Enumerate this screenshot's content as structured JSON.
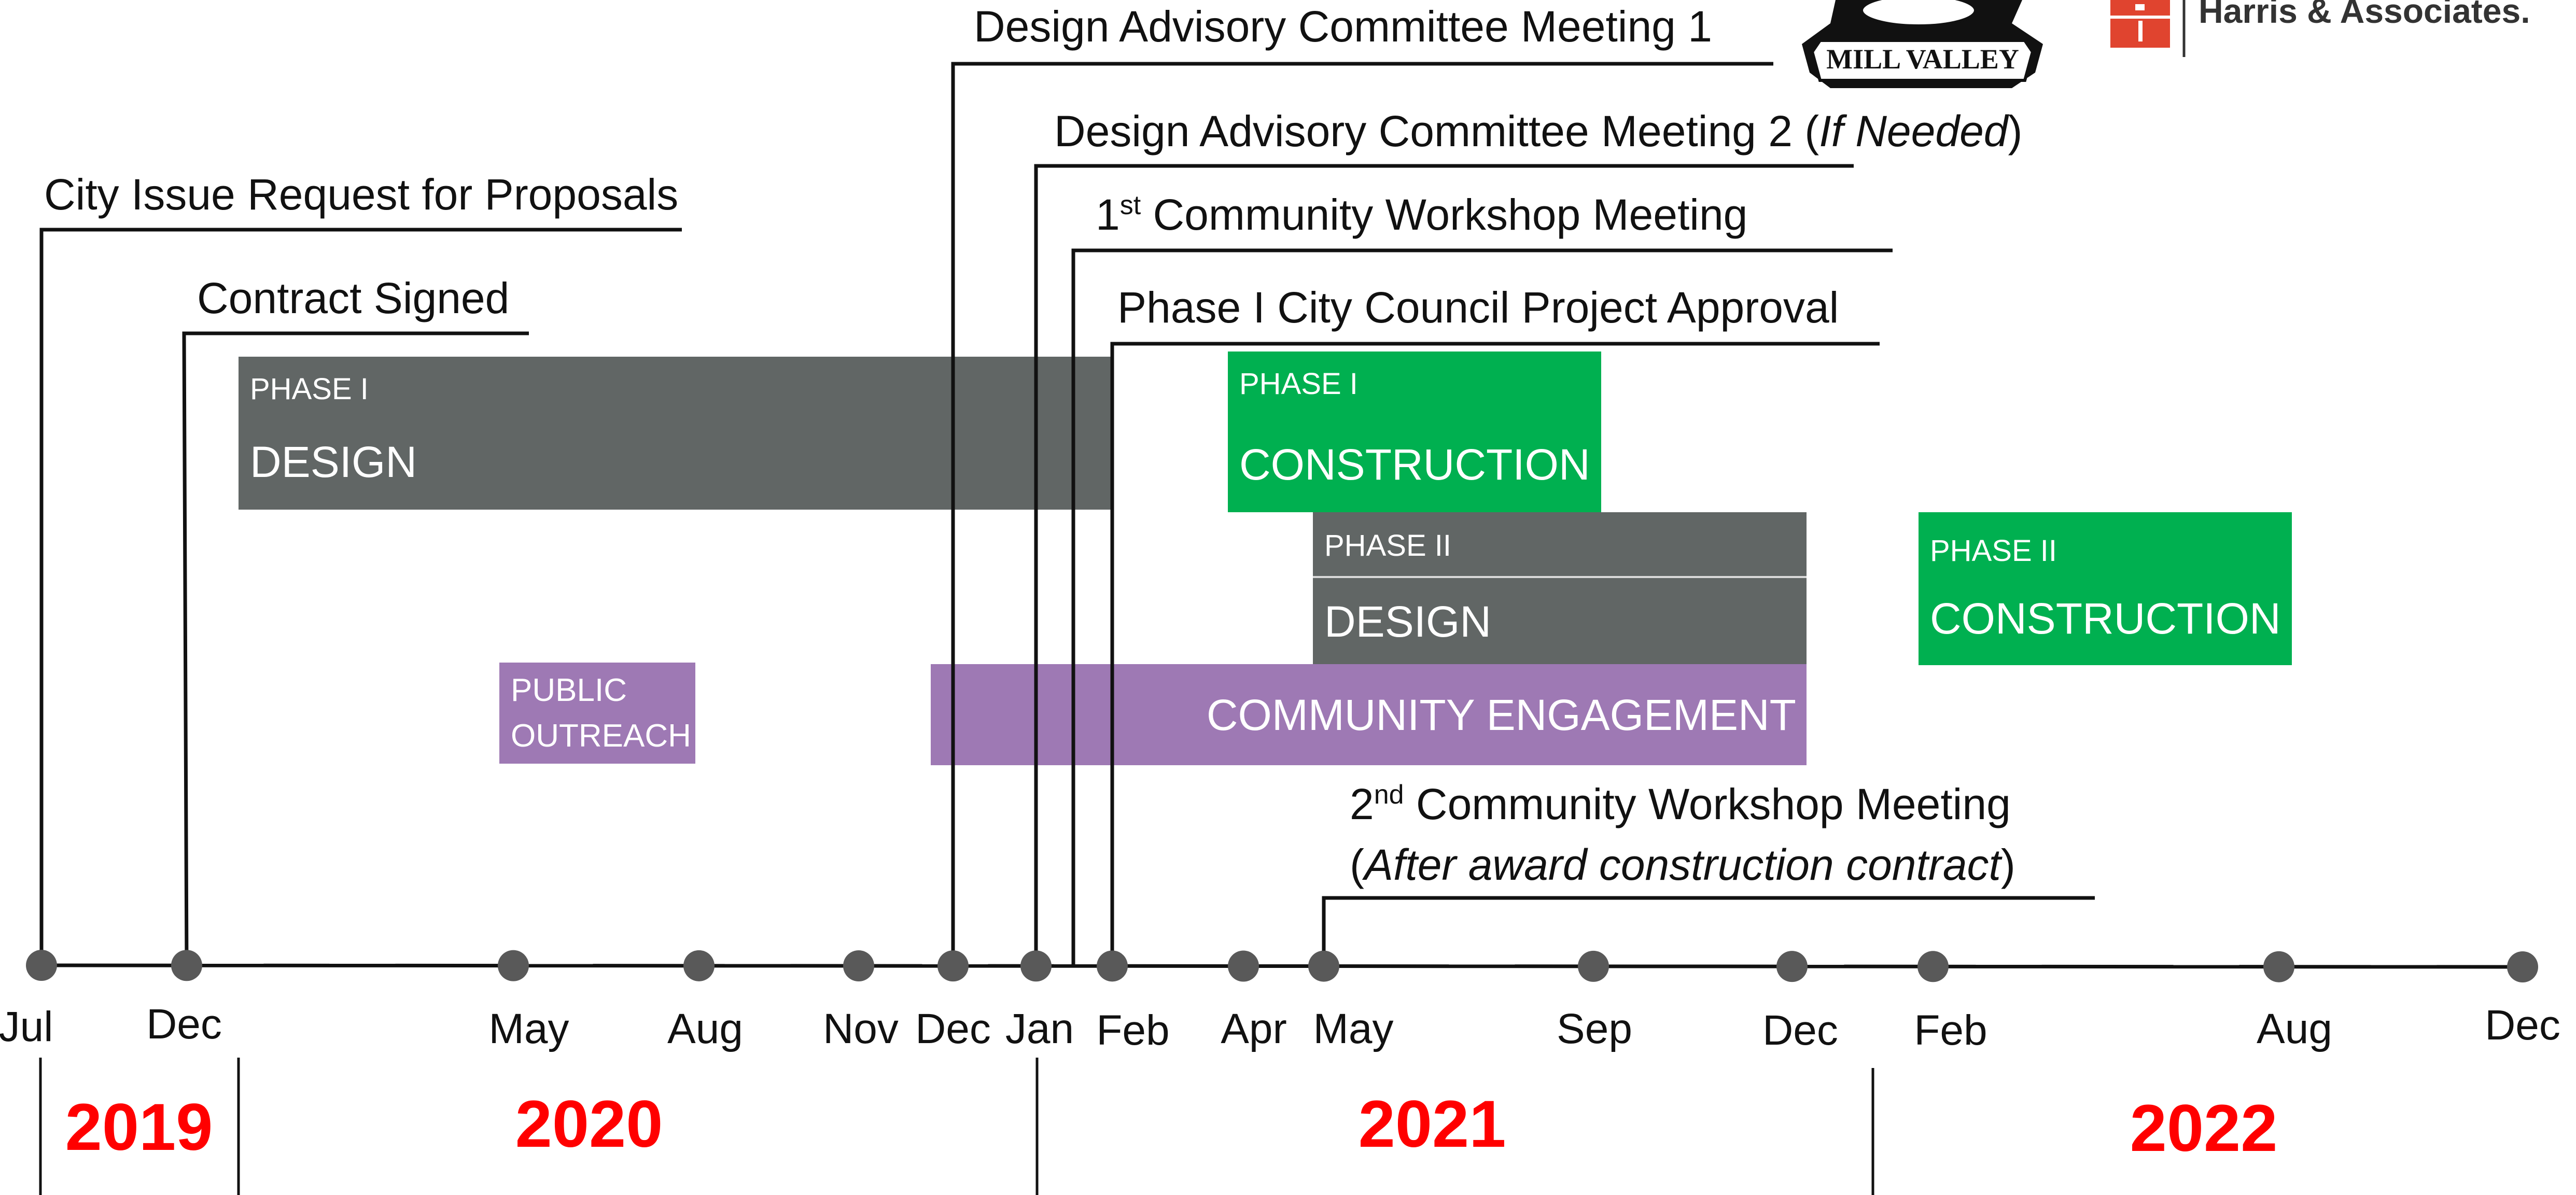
{
  "milestones": {
    "m1": "City Issue Request for Proposals",
    "m2": "Contract Signed",
    "m3": "Design Advisory Committee Meeting 1",
    "m4_main": "Design Advisory Committee Meeting 2 (",
    "m4_italic": "If Needed",
    "m4_close": ")",
    "m5_num": "1",
    "m5_sup": "st",
    "m5_text": " Community Workshop Meeting",
    "m6": "Phase I City Council Project Approval",
    "m7_num": "2",
    "m7_sup": "nd",
    "m7_text": " Community Workshop Meeting",
    "m7_line2_open": "(",
    "m7_line2_italic": "After award construction contract",
    "m7_line2_close": ")"
  },
  "bars": {
    "phase1_design": {
      "phase": "PHASE I",
      "name": "DESIGN"
    },
    "phase1_construction": {
      "phase": "PHASE I",
      "name": "CONSTRUCTION"
    },
    "phase2_design": {
      "phase": "PHASE II",
      "name": "DESIGN"
    },
    "phase2_construction": {
      "phase": "PHASE II",
      "name": "CONSTRUCTION"
    },
    "public_outreach": {
      "line1": "PUBLIC",
      "line2": "OUTREACH"
    },
    "community_engagement": {
      "name": "COMMUNITY ENGAGEMENT"
    }
  },
  "months": [
    "Jul",
    "Dec",
    "May",
    "Aug",
    "Nov",
    "Dec",
    "Jan",
    "Feb",
    "Apr",
    "May",
    "Sep",
    "Dec",
    "Feb",
    "Aug",
    "Dec"
  ],
  "years": [
    "2019",
    "2020",
    "2021",
    "2022"
  ],
  "logos": {
    "city_seal_text": "MILL VALLEY",
    "firm_name": "Harris & Associates."
  },
  "colors": {
    "design_gray": "#616665",
    "construction_green": "#00b050",
    "outreach_purple": "#9e79b4",
    "year_red": "#ff0000",
    "firm_red": "#e0442f",
    "dot_gray": "#595959"
  }
}
